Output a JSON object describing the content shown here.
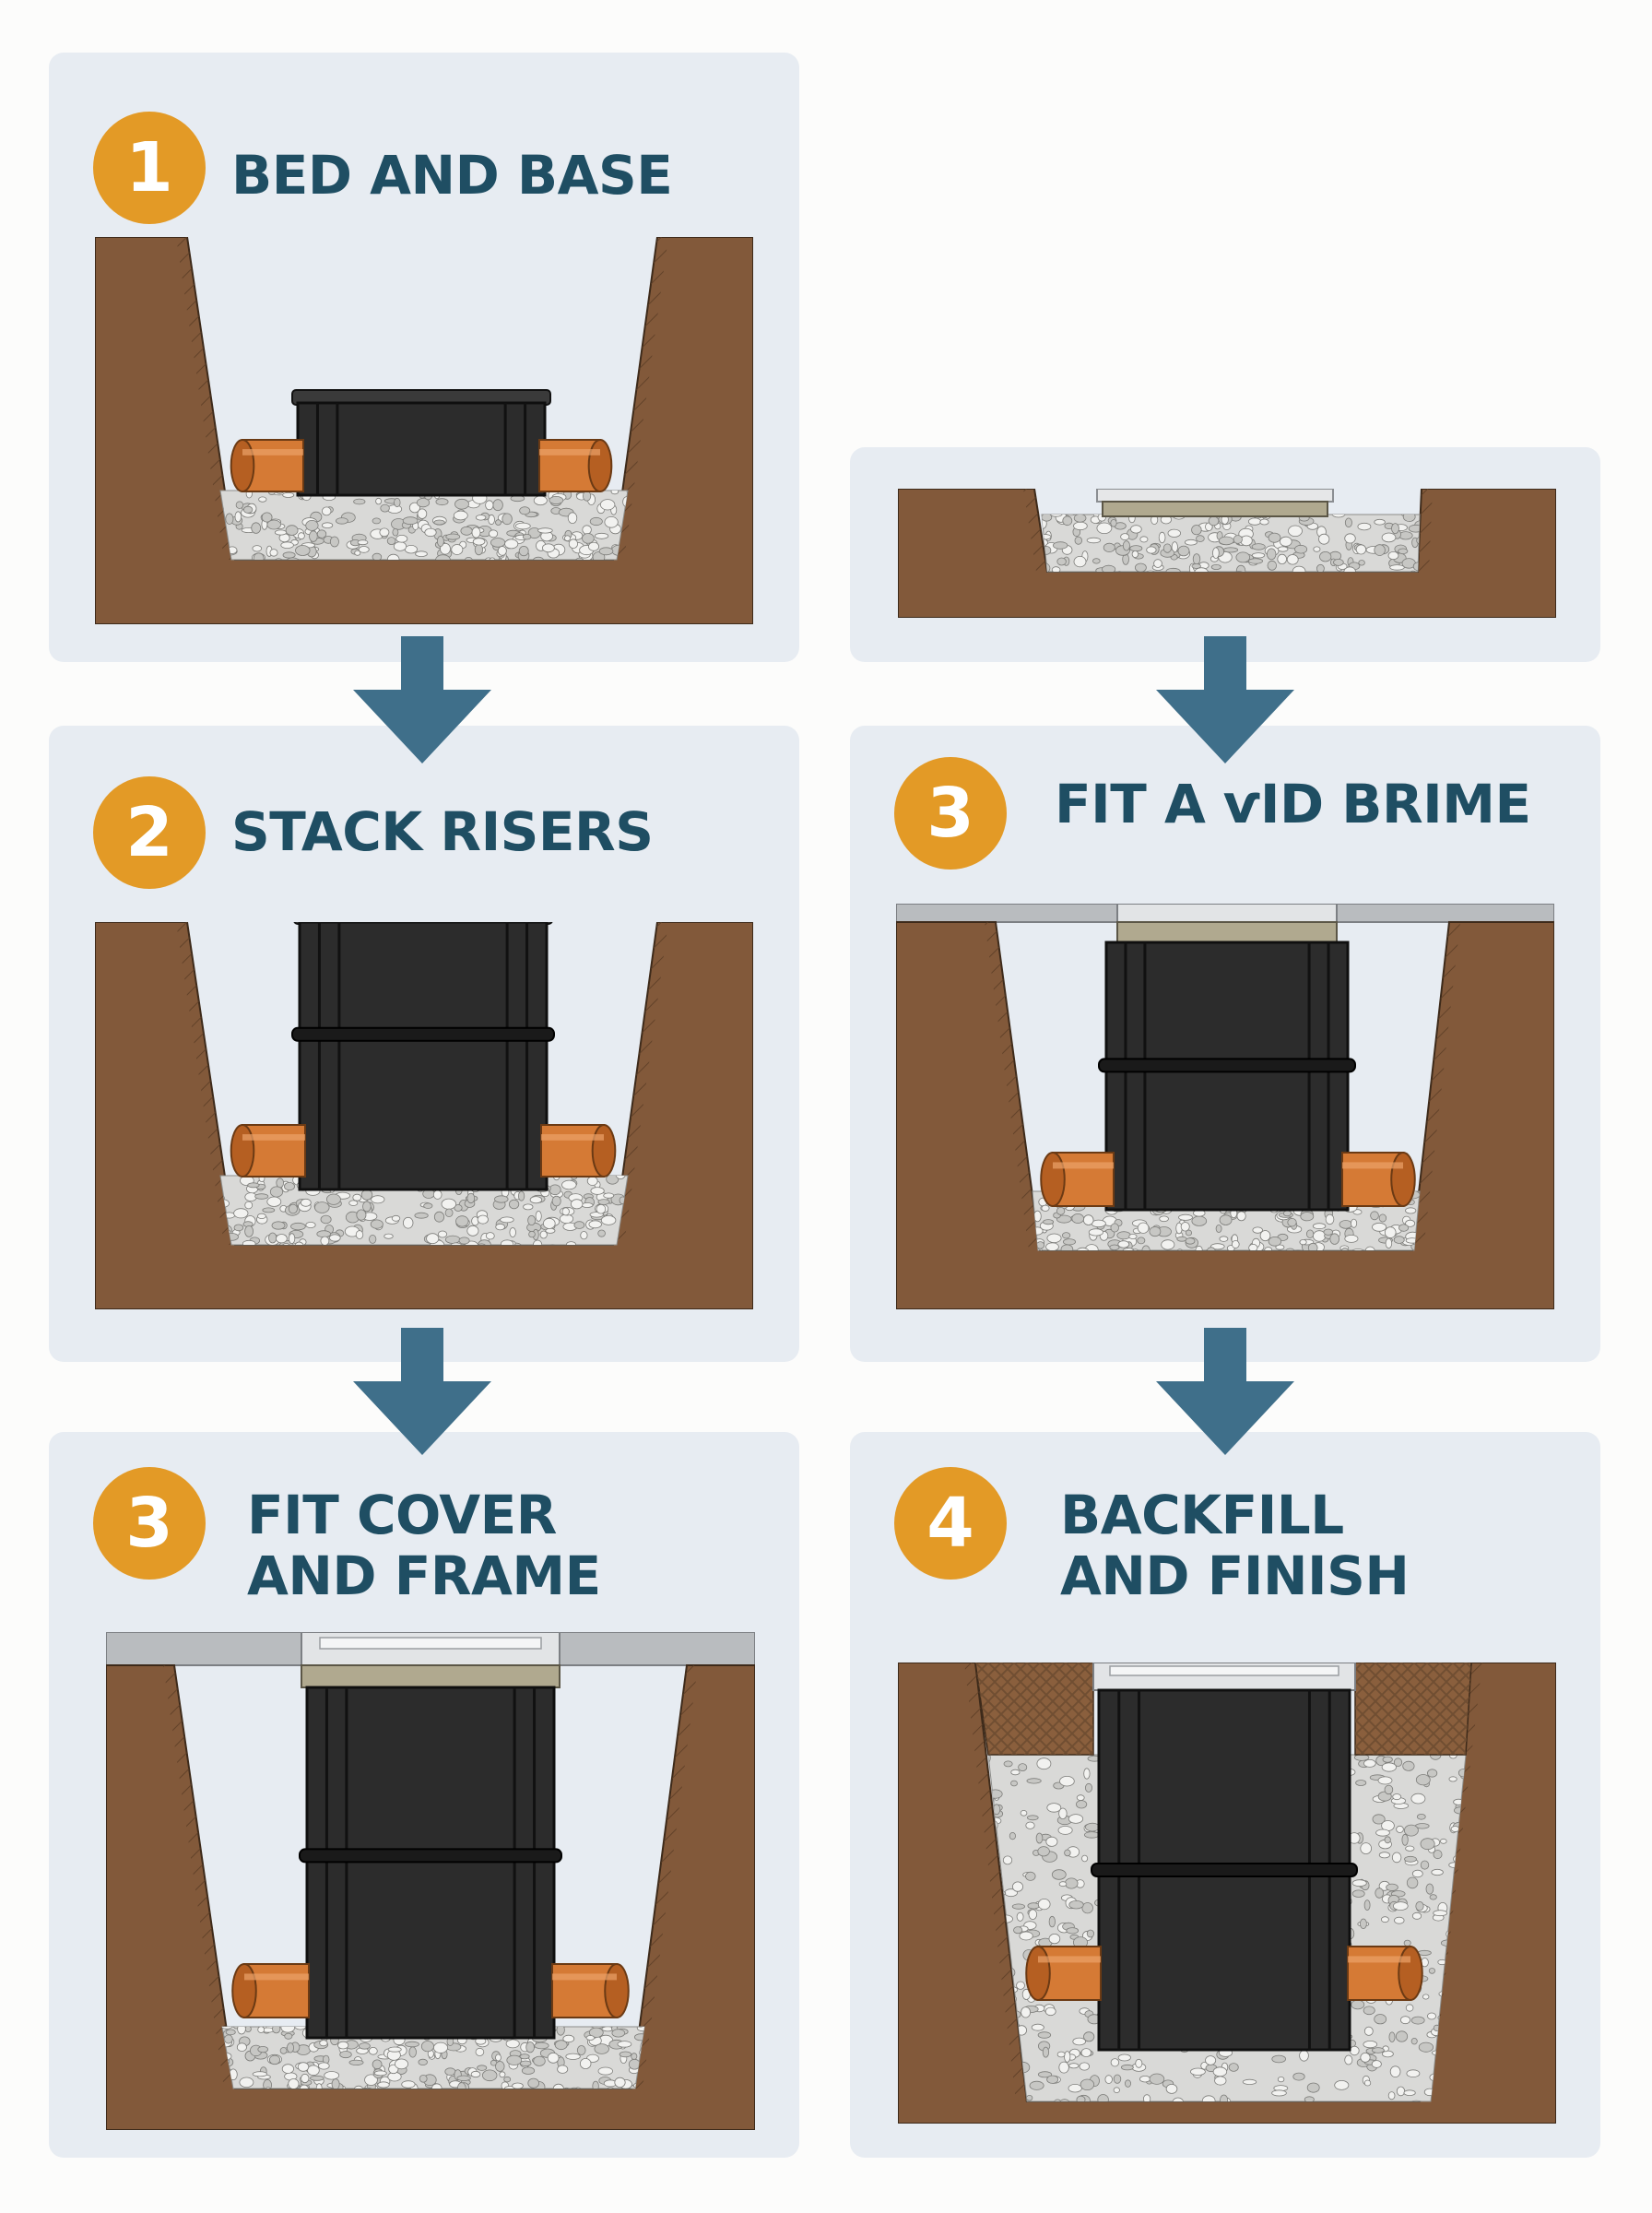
{
  "colors": {
    "panel_bg": "#e7ecf2",
    "title_text": "#1f4e63",
    "badge": "#e39a26",
    "arrow": "#3f6f8a",
    "soil": "#82593a",
    "gravel": "#d9d9d7",
    "chamber": "#2c2c2c",
    "pipe": "#d57a35",
    "frame": "#b9bcbf"
  },
  "icons": {
    "arrow": "arrow-down-icon",
    "badge": "step-number-badge"
  },
  "steps": [
    {
      "number": "1",
      "title_lines": [
        "BED AND BASE"
      ]
    },
    {
      "number": "2",
      "title_lines": [
        "STACK RISERS"
      ]
    },
    {
      "number": "3",
      "title_lines": [
        "FIT COVER",
        "AND FRAME"
      ]
    },
    {
      "number": "3",
      "title_lines": [
        "FIT A ѵID BRIME"
      ]
    },
    {
      "number": "4",
      "title_lines": [
        "BACKFILL",
        "AND FINISH"
      ]
    }
  ]
}
